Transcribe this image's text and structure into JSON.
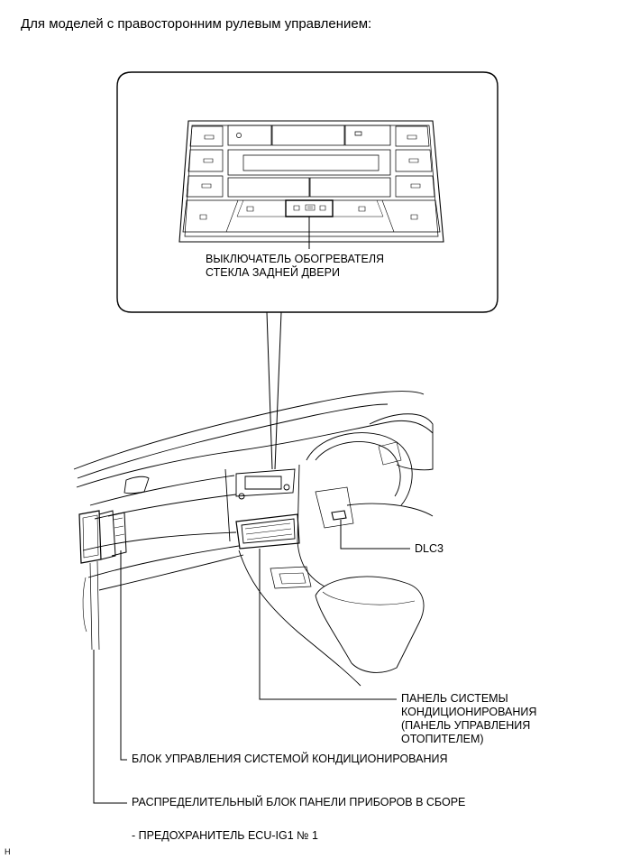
{
  "heading": "Для моделей с правосторонним рулевым управлением:",
  "callouts": {
    "rear_defogger_switch": "ВЫКЛЮЧАТЕЛЬ ОБОГРЕВАТЕЛЯ\nСТЕКЛА ЗАДНЕЙ ДВЕРИ",
    "dlc3": "DLC3",
    "ac_panel": "ПАНЕЛЬ СИСТЕМЫ\nКОНДИЦИОНИРОВАНИЯ\n(ПАНЕЛЬ УПРАВЛЕНИЯ\nОТОПИТЕЛЕМ)",
    "ac_ecu": "БЛОК УПРАВЛЕНИЯ СИСТЕМОЙ КОНДИЦИОНИРОВАНИЯ",
    "junction_block": "РАСПРЕДЕЛИТЕЛЬНЫЙ БЛОК ПАНЕЛИ ПРИБОРОВ В СБОРЕ",
    "fuse": "- ПРЕДОХРАНИТЕЛЬ ECU-IG1 № 1"
  },
  "figure_code": "H"
}
